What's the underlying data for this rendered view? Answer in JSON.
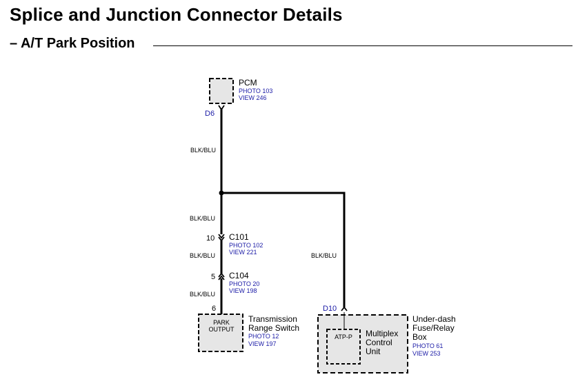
{
  "page": {
    "title": "Splice and Junction Connector Details",
    "subtitle": "– A/T Park Position"
  },
  "pcm": {
    "name": "PCM",
    "photo": "PHOTO 103",
    "view": "VIEW 246",
    "pin": "D6"
  },
  "wires": {
    "top": "BLK/BLU",
    "mid1": "BLK/BLU",
    "mid2": "BLK/BLU",
    "bottom": "BLK/BLU",
    "right": "BLK/BLU"
  },
  "c101": {
    "name": "C101",
    "pin": "10",
    "photo": "PHOTO 102",
    "view": "VIEW 221"
  },
  "c104": {
    "name": "C104",
    "pin": "5",
    "photo": "PHOTO 20",
    "view": "VIEW 198"
  },
  "trs": {
    "pin": "6",
    "inner_line1": "PARK",
    "inner_line2": "OUTPUT",
    "name_line1": "Transmission",
    "name_line2": "Range Switch",
    "photo": "PHOTO 12",
    "view": "VIEW 197"
  },
  "fuse_box": {
    "pin": "D10",
    "name_line1": "Under-dash",
    "name_line2": "Fuse/Relay",
    "name_line3": "Box",
    "photo": "PHOTO 61",
    "view": "VIEW 253",
    "inner_pin": "ATP-P",
    "mcu_line1": "Multiplex",
    "mcu_line2": "Control",
    "mcu_line3": "Unit"
  },
  "colors": {
    "reference_blue": "#1a1aa6",
    "component_fill": "#e6e6e6",
    "wire": "#000000"
  }
}
